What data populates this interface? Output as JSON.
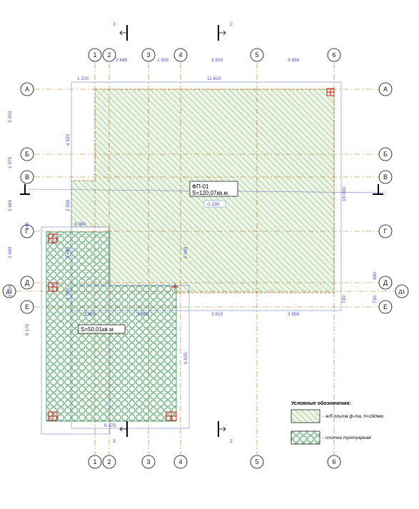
{
  "axes": {
    "vertical": [
      "1",
      "2",
      "3",
      "4",
      "5",
      "6"
    ],
    "horizontal": [
      "А",
      "Б",
      "В",
      "Г",
      "Д",
      "Е"
    ],
    "extra": "Д1"
  },
  "sections": {
    "top_left": "3",
    "top_right": "2",
    "bottom_left": "3",
    "bottom_right": "2"
  },
  "dimensions": {
    "top_chain": [
      "2 645",
      "1 505",
      "3 810",
      "3 850"
    ],
    "top_overall": "11 810",
    "top_offset": "1 200",
    "left_chain": [
      "3 250",
      "1 075",
      "2 695",
      "2 480",
      "1 230"
    ],
    "left_small": "145",
    "left_inner": [
      "4 520",
      "2 500",
      "2 480"
    ],
    "left_overall": "9 170",
    "right_overall": "10 000",
    "right_small": [
      "900",
      "730"
    ],
    "slab_dims": [
      "3 080",
      "2 480",
      "6 835",
      "6 370",
      "1 900",
      "3 450",
      "3 810",
      "3 850",
      "1 730"
    ],
    "level": "-0.150"
  },
  "zones": {
    "slab": {
      "code": "ФП-01",
      "area": "S=120,07кв.м."
    },
    "paving": {
      "area": "S=50,01кв.м."
    }
  },
  "legend": {
    "title": "Условные обозначения:",
    "items": [
      {
        "kind": "slab",
        "label": "- ж/б плита ф-та, h=160мм."
      },
      {
        "kind": "paving",
        "label": "- плитка тротуарная"
      }
    ]
  },
  "colors": {
    "axis_line": "#b06a1a",
    "dimension": "#6f82c8",
    "slab_hatch": "#7db46a",
    "paving": "#2e8b57",
    "marker": "#d22020"
  }
}
